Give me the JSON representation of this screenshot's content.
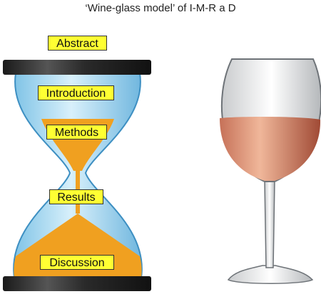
{
  "title": "‘Wine-glass model’ of I-M-R a D",
  "labels": {
    "abstract": "Abstract",
    "introduction": "Introduction",
    "methods": "Methods",
    "results": "Results",
    "discussion": "Discussion"
  },
  "colors": {
    "label_fill": "#ffff33",
    "sand": "#f0a020",
    "glass": "#a9d8f0",
    "cap": "#2a2a2a",
    "wine": "#d88a6e"
  }
}
